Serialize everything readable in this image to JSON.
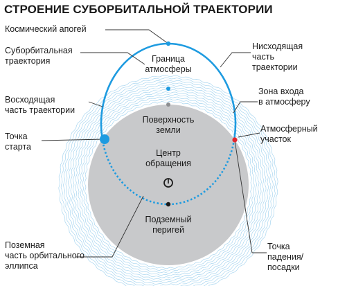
{
  "title": "СТРОЕНИЕ СУБОРБИТАЛЬНОЙ ТРАЕКТОРИИ",
  "labels": {
    "apogee": "Космический апогей",
    "suborbital": [
      "Суборбитальная",
      "траектория"
    ],
    "ascending": [
      "Восходящая",
      "часть траектории"
    ],
    "start": [
      "Точка",
      "старта"
    ],
    "ground_part": [
      "Поземная",
      "часть орбитального",
      "эллипса"
    ],
    "descending": [
      "Нисходящая",
      "часть",
      "траектории"
    ],
    "entry_zone": [
      "Зона входа",
      "в атмосферу"
    ],
    "atmo_segment": [
      "Атмосферный",
      "участок"
    ],
    "landing": [
      "Точка",
      "падения/",
      "посадки"
    ],
    "atmo_boundary": [
      "Граница",
      "атмосферы"
    ],
    "surface": [
      "Поверхность",
      "земли"
    ],
    "center": [
      "Центр",
      "обращения"
    ],
    "underground_perigee": [
      "Подземный",
      "перигей"
    ]
  },
  "colors": {
    "trajectory": "#1e9be0",
    "earth": "#c8c9cb",
    "atmosphere_lines": "#a9d6f0",
    "start_point": "#1e9be0",
    "landing_point": "#e3262e",
    "leader_lines": "#333333"
  },
  "icons": {
    "center": "ring-icon"
  }
}
